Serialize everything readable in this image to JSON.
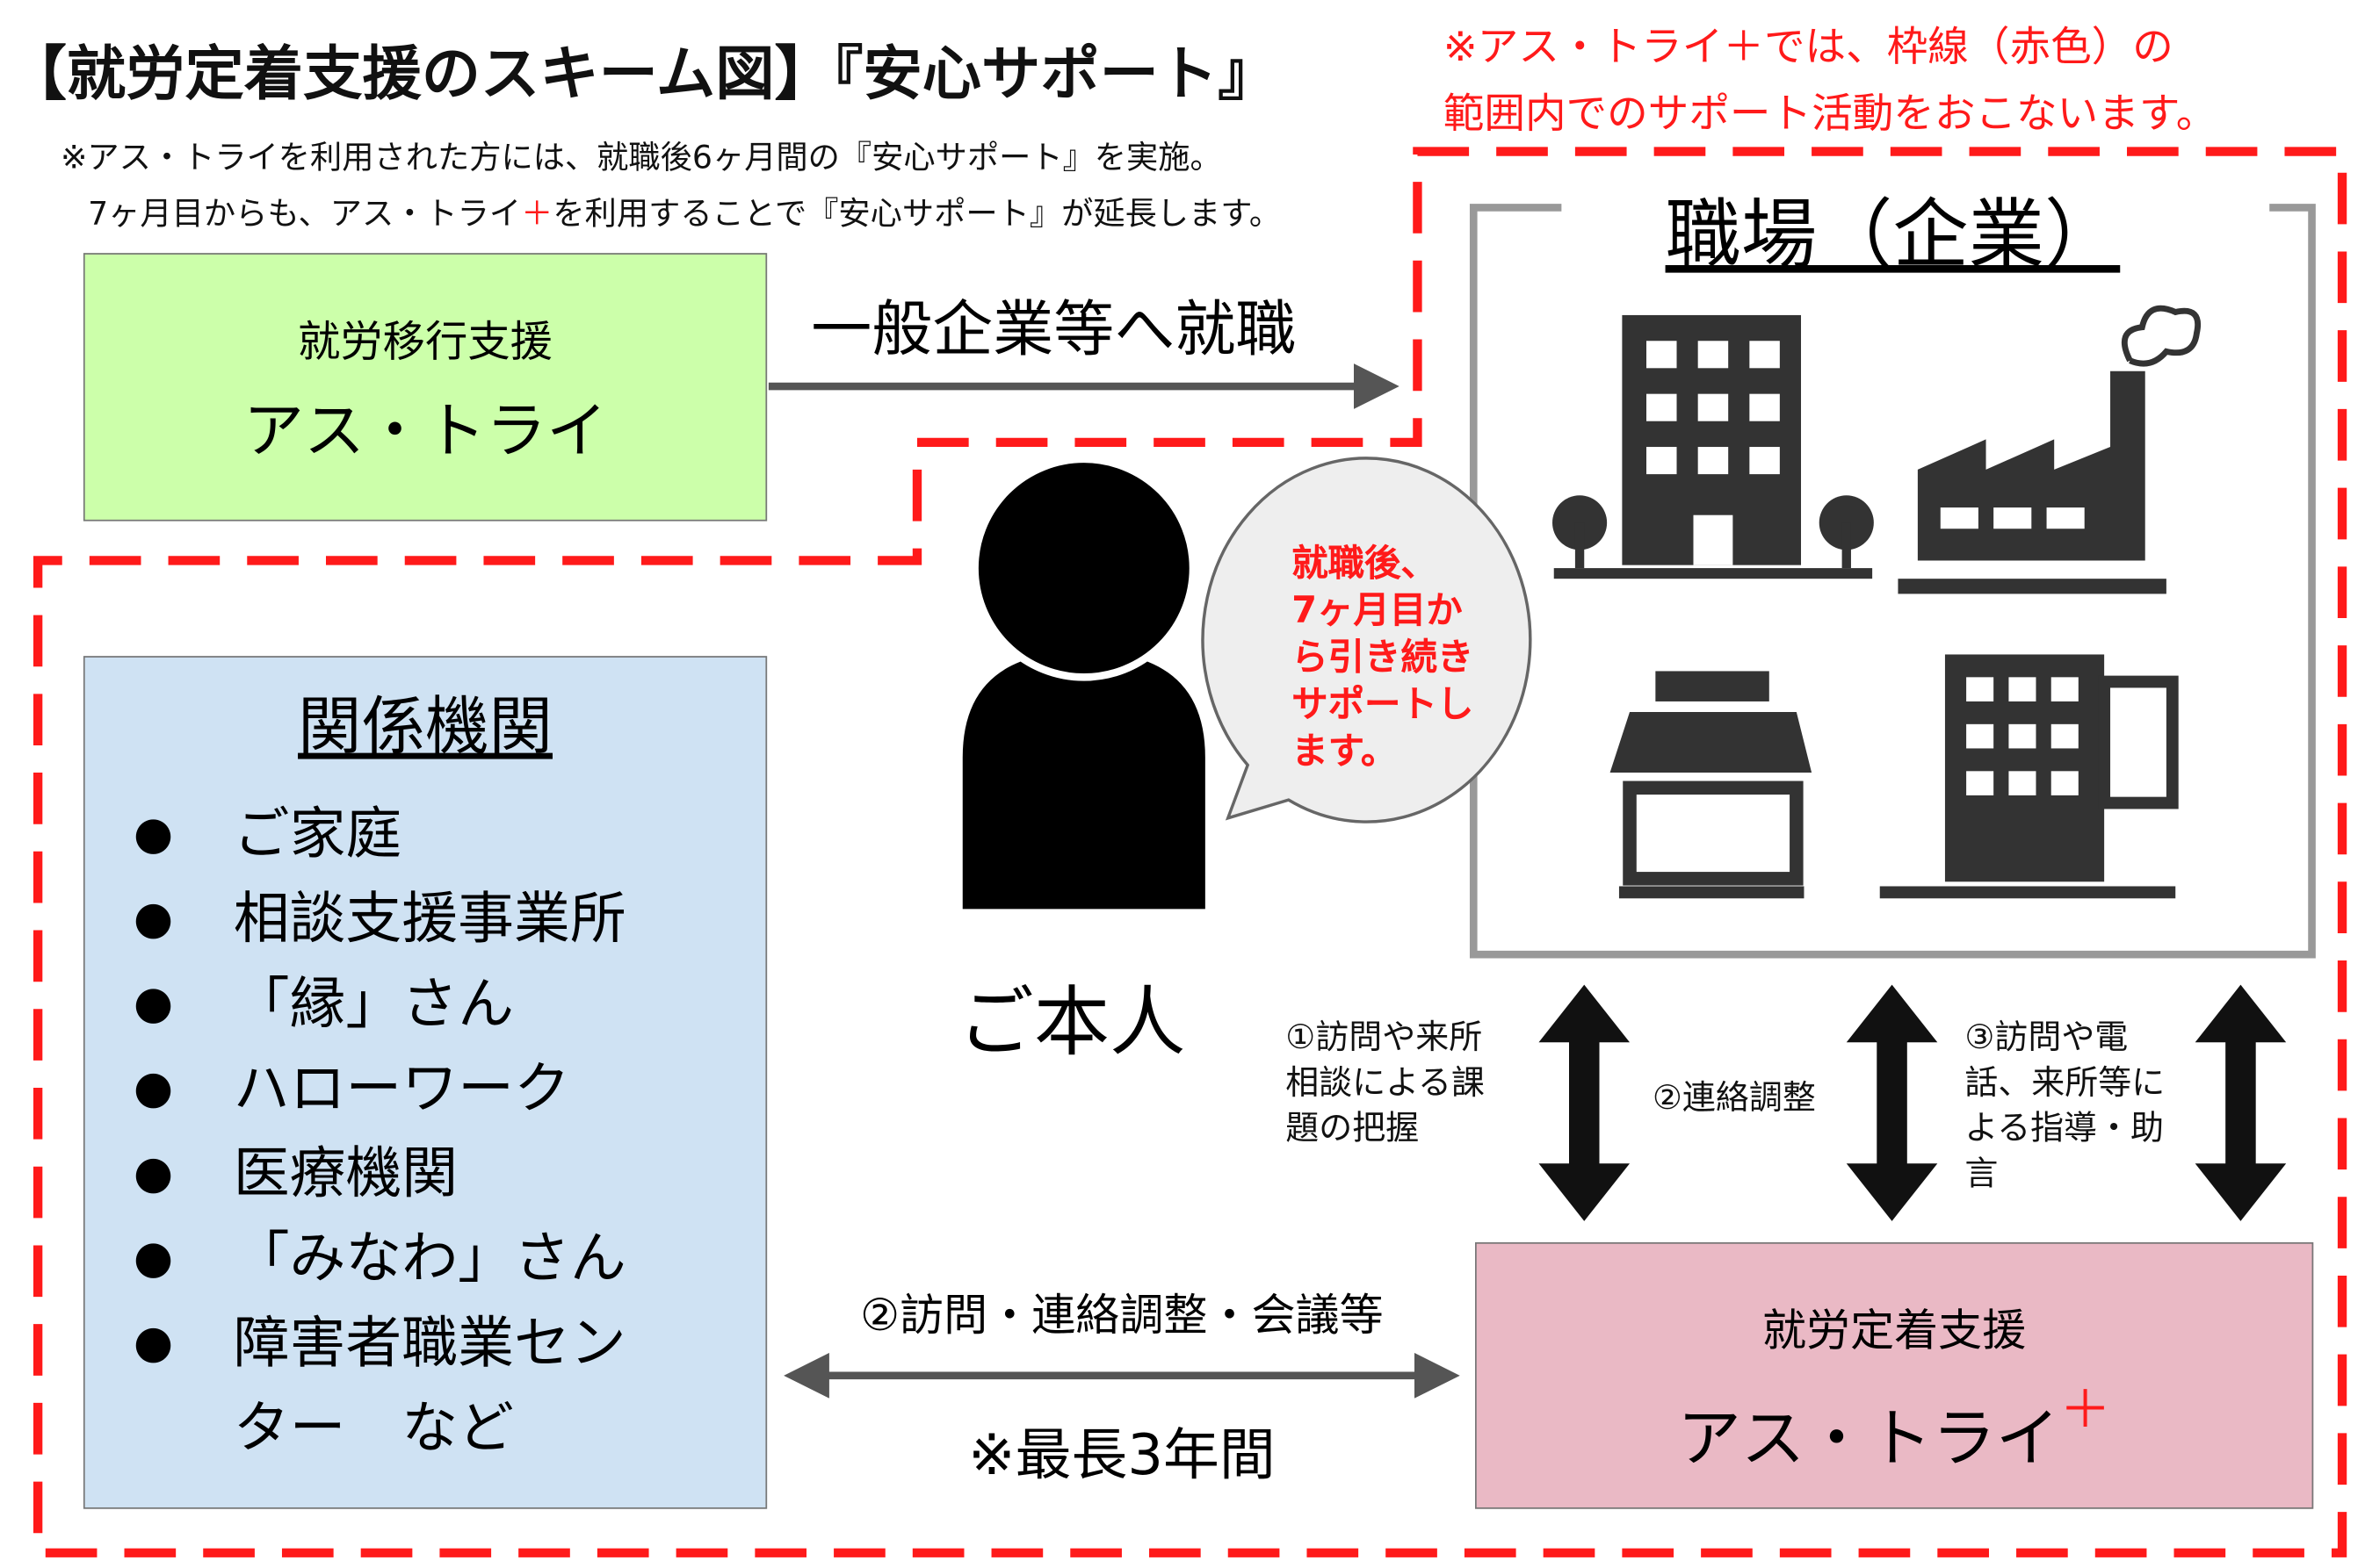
{
  "title": "【就労定着支援のスキーム図】『安心サポート』",
  "red_note": [
    "※アス・トライ＋では、枠線（赤色）の",
    "範囲内でのサポート活動をおこないます。"
  ],
  "subtitle": {
    "line1": "※アス・トライを利用された方には、就職後6ヶ月間の『安心サポート』を実施。",
    "line2_pre": "7ヶ月目からも、アス・トライ",
    "line2_plus": "＋",
    "line2_post": "を利用することで『安心サポート』が延長します。"
  },
  "transition_box": {
    "label": "就労移行支援",
    "name": "アス・トライ"
  },
  "employment_arrow_label": "一般企業等へ就職",
  "workplace": {
    "title": "職場（企業）",
    "icons": [
      "office-building-icon",
      "factory-icon",
      "shop-icon",
      "office-icon"
    ]
  },
  "person": {
    "label": "ご本人",
    "speech": [
      "就職後、",
      "7ヶ月目か",
      "ら引き続き",
      "サポートし",
      "ます。"
    ]
  },
  "agencies": {
    "title": "関係機関",
    "items": [
      "ご家庭",
      "相談支援事業所",
      "「縁」さん",
      "ハローワーク",
      "医療機関",
      "「みなわ」さん",
      "障害者職業セン",
      "ター　など"
    ]
  },
  "vertical_labels": {
    "one": [
      "①訪問や来所",
      "相談による課",
      "題の把握"
    ],
    "two": "②連絡調整",
    "three": [
      "③訪問や電",
      "話、来所等に",
      "よる指導・助",
      "言"
    ]
  },
  "horizontal_arrow": {
    "top": "②訪問・連絡調整・会議等",
    "bottom": "※最長3年間"
  },
  "retention_box": {
    "label": "就労定着支援",
    "name": "アス・トライ",
    "plus": "＋"
  },
  "colors": {
    "red": "#ff1a1a",
    "green": "#ccffaa",
    "blue": "#cfe2f3",
    "pink": "#eab9c5",
    "icon": "#333333"
  }
}
